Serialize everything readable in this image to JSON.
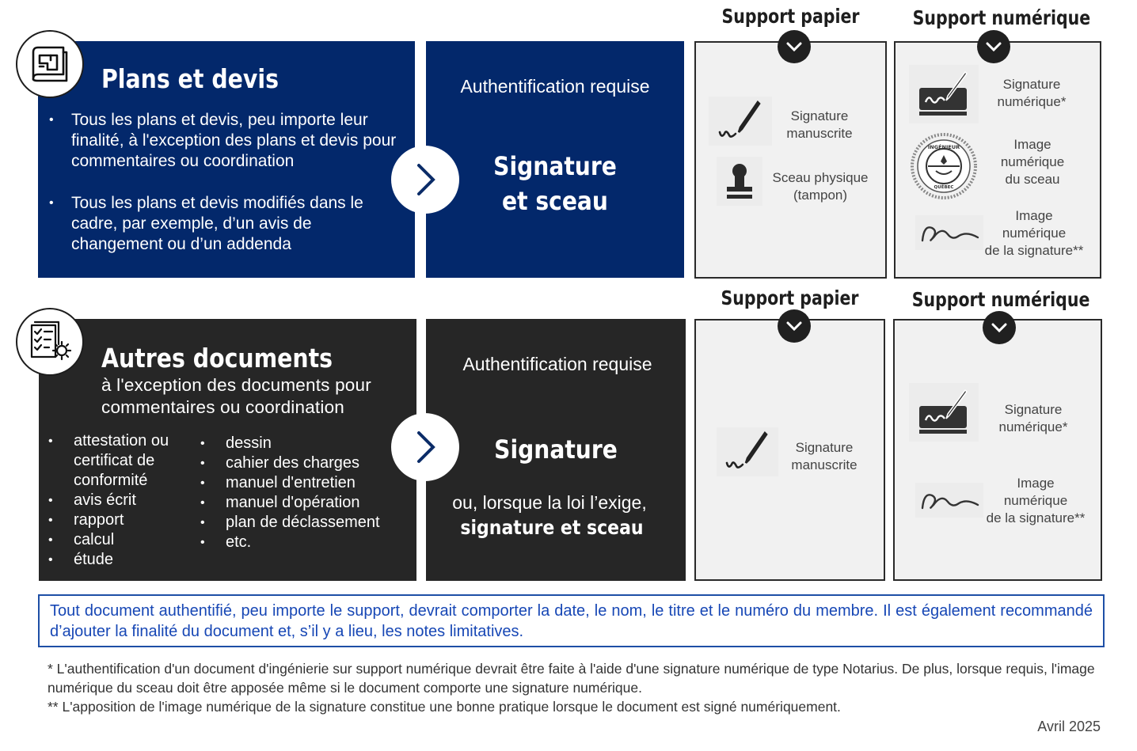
{
  "section1": {
    "title": "Plans et devis",
    "bullets": [
      "Tous les plans et devis, peu importe leur finalité, à l'exception des plans et devis pour commentaires ou coordination",
      "Tous les plans et devis modifiés dans le cadre, par exemple, d’un avis de changement ou d’un addenda"
    ],
    "auth_label": "Authentification requise",
    "requirement_line1": "Signature",
    "requirement_line2": "et sceau",
    "paper": {
      "header": "Support papier",
      "items": [
        {
          "icon": "handwritten-pen-icon",
          "label_line1": "Signature",
          "label_line2": "manuscrite"
        },
        {
          "icon": "stamp-icon",
          "label_line1": "Sceau physique",
          "label_line2": "(tampon)"
        }
      ]
    },
    "digital": {
      "header": "Support numérique",
      "items": [
        {
          "icon": "digital-signature-icon",
          "label_line1": "Signature",
          "label_line2": "numérique*"
        },
        {
          "icon": "engineer-seal-icon",
          "label_line1": "Image",
          "label_line2": "numérique",
          "label_line3": "du sceau"
        },
        {
          "icon": "signature-scribble-icon",
          "label_line1": "Image",
          "label_line2": "numérique",
          "label_line3": "de la signature**"
        }
      ]
    },
    "seal_text": {
      "top": "INGÉNIEUR",
      "bottom": "QUÉBEC"
    }
  },
  "section2": {
    "title": "Autres documents",
    "subtitle_line1": "à l'exception des documents pour",
    "subtitle_line2": "commentaires ou coordination",
    "bullets_left": [
      "attestation ou certificat de conformité",
      "avis écrit",
      "rapport",
      "calcul",
      "étude"
    ],
    "bullets_right": [
      "dessin",
      "cahier des charges",
      "manuel d'entretien",
      "manuel d'opération",
      "plan de déclassement",
      "etc."
    ],
    "auth_label": "Authentification requise",
    "requirement": "Signature",
    "alt_line1": "ou, lorsque la loi l’exige,",
    "alt_line2": "signature et sceau",
    "paper": {
      "header": "Support papier",
      "items": [
        {
          "icon": "handwritten-pen-icon",
          "label_line1": "Signature",
          "label_line2": "manuscrite"
        }
      ]
    },
    "digital": {
      "header": "Support numérique",
      "items": [
        {
          "icon": "digital-signature-icon",
          "label_line1": "Signature",
          "label_line2": "numérique*"
        },
        {
          "icon": "signature-scribble-icon",
          "label_line1": "Image",
          "label_line2": "numérique",
          "label_line3": "de la signature**"
        }
      ]
    }
  },
  "note": "Tout document authentifié, peu importe le support, devrait comporter la date, le nom, le titre et le numéro du membre. Il est également recommandé d’ajouter la finalité du document et, s’il y a lieu, les notes limitatives.",
  "footnotes": [
    "* L'authentification d'un document d'ingénierie sur support numérique devrait être faite à l'aide d'une signature numérique de type Notarius. De plus, lorsque requis, l'image numérique du sceau doit être apposée même si le document comporte une signature numérique.",
    "** L'apposition de l'image numérique de la signature constitue une bonne pratique lorsque le document est signé numériquement."
  ],
  "date": "Avril 2025",
  "colors": {
    "navy": "#03286b",
    "dark": "#262626",
    "note_blue": "#1747b5",
    "panel_bg": "#f1f1f1"
  }
}
